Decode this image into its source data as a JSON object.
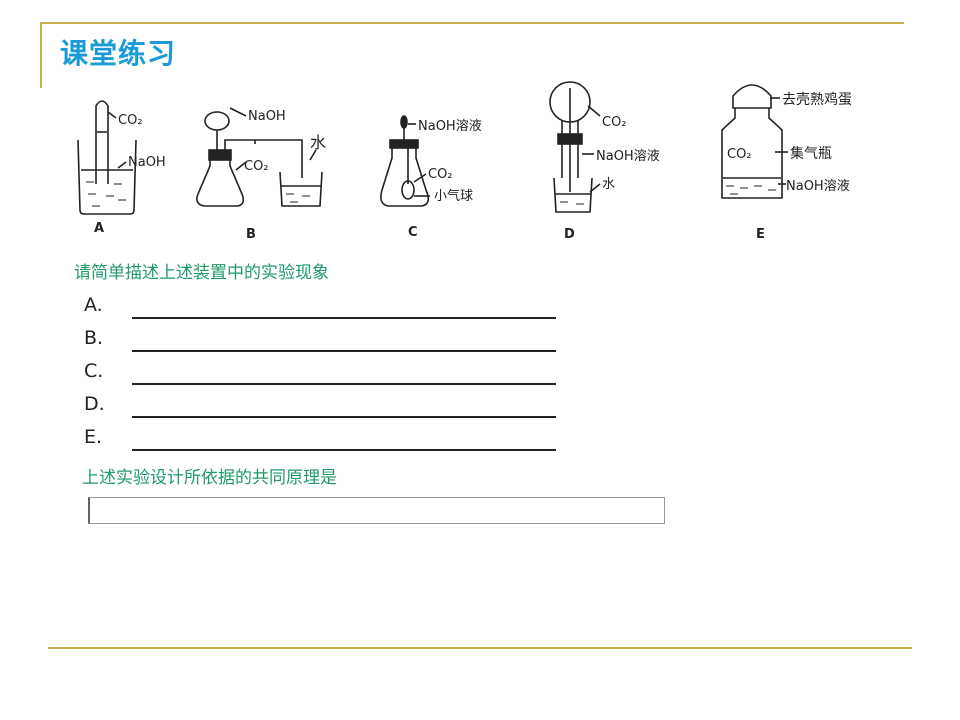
{
  "slide": {
    "title": "课堂练习",
    "caption": "请简单描述上述装置中的实验现象",
    "principle_prompt": "上述实验设计所依据的共同原理是",
    "answer_labels": [
      "A.",
      "B.",
      "C.",
      "D.",
      "E."
    ]
  },
  "figure": {
    "A": {
      "letter": "A",
      "label_gas": "CO₂",
      "label_solution": "NaOH"
    },
    "B": {
      "letter": "B",
      "label_dropper": "NaOH",
      "label_gas": "CO₂",
      "label_water": "水"
    },
    "C": {
      "letter": "C",
      "label_dropper": "NaOH溶液",
      "label_gas": "CO₂",
      "label_balloon": "小气球"
    },
    "D": {
      "letter": "D",
      "label_gas": "CO₂",
      "label_dropper": "NaOH溶液",
      "label_water": "水"
    },
    "E": {
      "letter": "E",
      "label_egg": "去壳熟鸡蛋",
      "label_gas": "CO₂",
      "label_bottle": "集气瓶",
      "label_solution": "NaOH溶液"
    }
  },
  "colors": {
    "title": "#1a9ad6",
    "caption": "#1f9a6a",
    "frame": "#c8b04a"
  }
}
